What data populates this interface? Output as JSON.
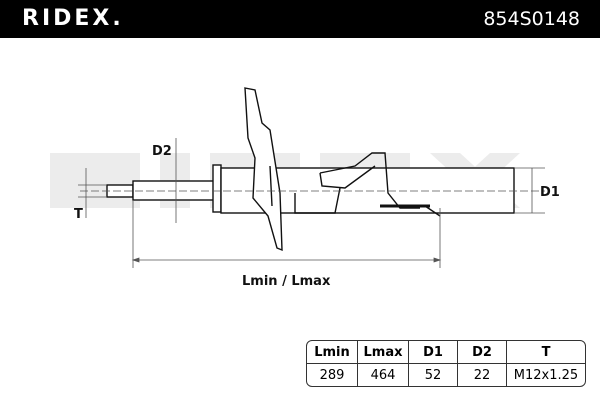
{
  "header": {
    "brand": "RIDEX.",
    "part_number": "854S0148"
  },
  "diagram": {
    "labels": {
      "d2": "D2",
      "t": "T",
      "d1": "D1",
      "length": "Lmin / Lmax"
    },
    "watermark": "RIDEX"
  },
  "specs": {
    "headers": [
      "Lmin",
      "Lmax",
      "D1",
      "D2",
      "T"
    ],
    "values": [
      "289",
      "464",
      "52",
      "22",
      "M12x1.25"
    ]
  }
}
